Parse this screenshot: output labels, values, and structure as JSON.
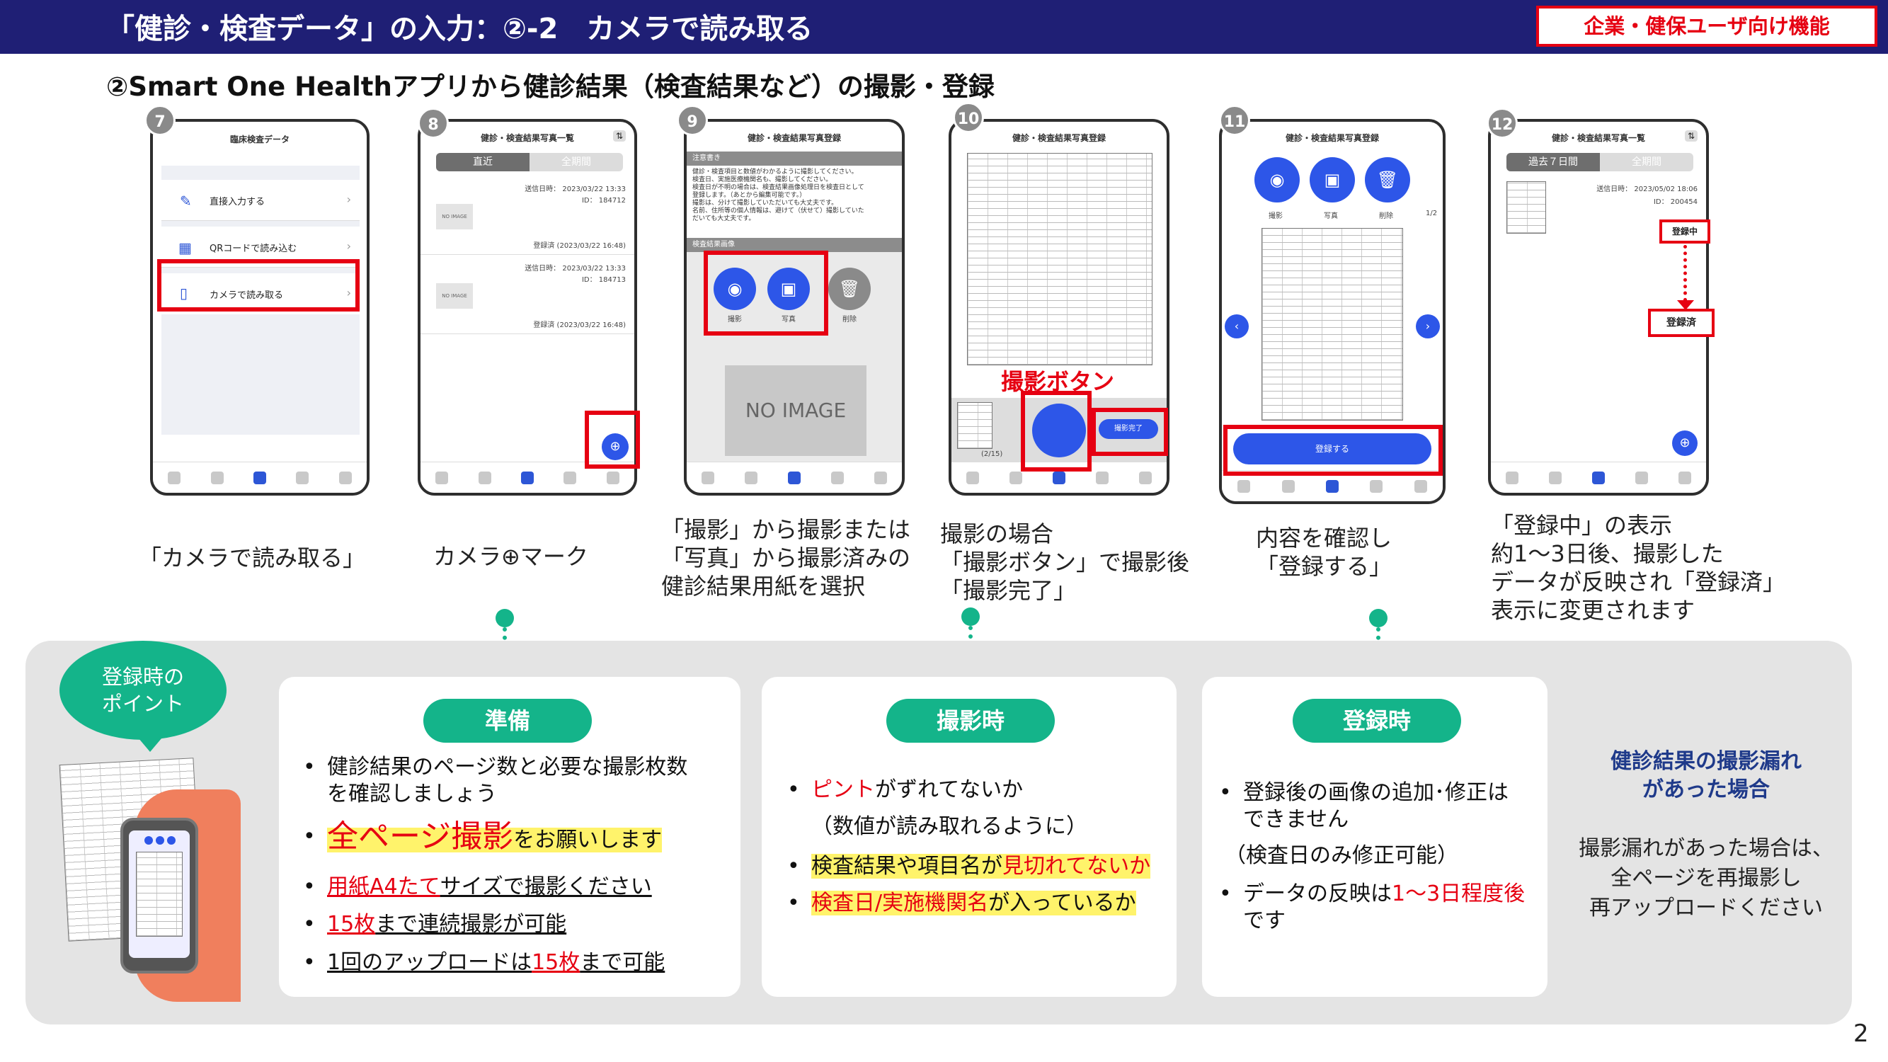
{
  "header": {
    "title": "「健診・検査データ」の入力：②-2　カメラで読み取る",
    "badge": "企業・健保ユーザ向け機能"
  },
  "subtitle": "②Smart One Healthアプリから健診結果（検査結果など）の撮影・登録",
  "steps": [
    {
      "num": "7",
      "caption": "「カメラで読み取る」"
    },
    {
      "num": "8",
      "caption": "カメラ⊕マーク"
    },
    {
      "num": "9",
      "caption": "「撮影」から撮影または\n「写真」から撮影済みの\n健診結果用紙を選択"
    },
    {
      "num": "10",
      "caption": "撮影の場合\n「撮影ボタン」で撮影後\n「撮影完了」"
    },
    {
      "num": "11",
      "caption": "内容を確認し\n「登録する」"
    },
    {
      "num": "12",
      "caption": "「登録中」の表示\n約1～3日後、撮影した\nデータが反映され「登録済」\n表示に変更されます"
    }
  ],
  "screen7": {
    "title": "臨床検査データ",
    "items": [
      "直接入力する",
      "QRコードで読み込む",
      "カメラで読み取る"
    ]
  },
  "screen8": {
    "title": "健診・検査結果写真一覧",
    "tabs": [
      "直近",
      "全期間"
    ],
    "records": [
      {
        "date": "送信日時： 2023/03/22 13:33",
        "id": "ID： 184712",
        "noimage": "NO IMAGE",
        "status": "登録済 (2023/03/22 16:48)"
      },
      {
        "date": "送信日時： 2023/03/22 13:33",
        "id": "ID： 184713",
        "noimage": "NO IMAGE",
        "status": "登録済 (2023/03/22 16:48)"
      }
    ]
  },
  "screen9": {
    "title": "健診・検査結果写真登録",
    "notice_head": "注意書き",
    "notice": "健診・検査項目と数値がわかるように撮影してください。\n検査日、実施医療機関名も、撮影してください。\n検査日が不明の場合は、検査結果画像処理日を検査日として\n登録します。（あとから編集可能です。）\n撮影は、分けて撮影していただいても大丈夫です。\n名前、住所等の個人情報は、避けて（伏せて）撮影していた\nだいても大丈夫です。",
    "image_head": "検査結果画像",
    "btn_labels": [
      "撮影",
      "写真",
      "削除"
    ],
    "noimage": "NO IMAGE"
  },
  "screen10": {
    "title": "健診・検査結果写真登録",
    "shutter_label": "撮影ボタン",
    "count": "(2/15)",
    "done": "撮影完了"
  },
  "screen11": {
    "title": "健診・検査結果写真登録",
    "btn_labels": [
      "撮影",
      "写真",
      "削除"
    ],
    "page": "1/2",
    "register": "登録する"
  },
  "screen12": {
    "title": "健診・検査結果写真一覧",
    "tabs": [
      "過去７日間",
      "全期間"
    ],
    "date": "送信日時： 2023/05/02 18:06",
    "id": "ID： 200454",
    "status_pending": "登録中",
    "status_done": "登録済"
  },
  "points": {
    "bubble": "登録時の\nポイント",
    "prep": {
      "label": "準備",
      "b1": "健診結果のページ数と必要な撮影枚数\nを確認しましょう",
      "b2a": "全ページ撮影",
      "b2b": "をお願いします",
      "b3a": "用紙A4たて",
      "b3b": "サイズで撮影ください",
      "b4a": "15枚",
      "b4b": "まで連続撮影が可能",
      "b5a": "1回のアップロードは",
      "b5b": "15枚",
      "b5c": "まで可能"
    },
    "shoot": {
      "label": "撮影時",
      "b1a": "ピント",
      "b1b": "がずれてないか",
      "b1c": "（数値が読み取れるように）",
      "b2a": "検査結果や項目名が",
      "b2b": "見切れてないか",
      "b3a": "検査日/実施機関名",
      "b3b": "が入っているか"
    },
    "register": {
      "label": "登録時",
      "b1": "登録後の画像の追加･修正は\nできません",
      "b1c": "（検査日のみ修正可能）",
      "b2a": "データの反映は",
      "b2b": "1～3日程度後",
      "b2c": "です"
    },
    "missing": {
      "title": "健診結果の撮影漏れ\nがあった場合",
      "body": "撮影漏れがあった場合は、\n全ページを再撮影し\n再アップロードください"
    }
  },
  "page_number": "2",
  "colors": {
    "header": "#1f1f75",
    "accent_red": "#e60012",
    "green": "#14b48a",
    "app_blue": "#2d56e8"
  }
}
